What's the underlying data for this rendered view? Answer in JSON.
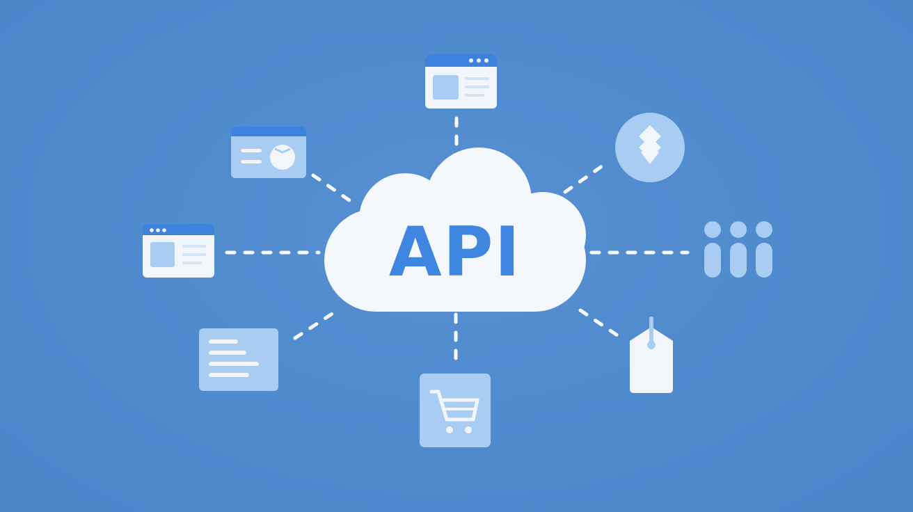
{
  "center": {
    "label": "API",
    "shape": "cloud"
  },
  "nodes": [
    {
      "id": "web-window-top",
      "icon": "browser-window-icon"
    },
    {
      "id": "profile-card",
      "icon": "id-card-icon"
    },
    {
      "id": "web-window-left",
      "icon": "browser-window-icon"
    },
    {
      "id": "text-document",
      "icon": "document-lines-icon"
    },
    {
      "id": "shopping-cart",
      "icon": "shopping-cart-icon"
    },
    {
      "id": "price-tag",
      "icon": "tag-icon"
    },
    {
      "id": "users-group",
      "icon": "users-icon"
    },
    {
      "id": "app-logo",
      "icon": "logo-circle-icon"
    }
  ],
  "colors": {
    "background": "#508bcf",
    "cloud": "#f4f8fd",
    "api_text": "#3f86e0",
    "connector": "#ffffff",
    "tile_light": "#a9cdf2",
    "tile_white": "#f2f6fb",
    "header_blue": "#3d83de"
  }
}
